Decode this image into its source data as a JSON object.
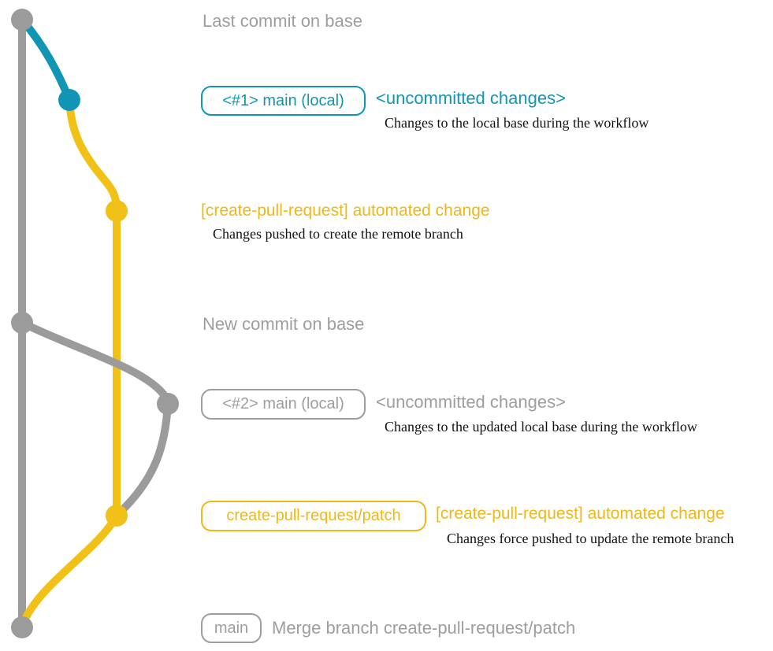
{
  "colors": {
    "gray": "#9b9b9b",
    "gray_text": "#9e9e9e",
    "blue": "#1195b5",
    "yellow_line": "#f2c118",
    "yellow_text": "#f0b717",
    "caption_text": "#111111",
    "background": "#ffffff"
  },
  "graph": {
    "nodes": [
      {
        "name": "commit-last-base",
        "color": "gray"
      },
      {
        "name": "commit-local-changes-1",
        "color": "blue"
      },
      {
        "name": "commit-automated-change-1",
        "color": "yellow"
      },
      {
        "name": "commit-new-base",
        "color": "gray"
      },
      {
        "name": "commit-local-changes-2",
        "color": "gray"
      },
      {
        "name": "commit-automated-change-2",
        "color": "yellow"
      },
      {
        "name": "commit-merge",
        "color": "gray"
      }
    ]
  },
  "annotations": {
    "row1": {
      "label": "Last commit on base"
    },
    "row2": {
      "branch_tag": "<#1> main (local)",
      "title": "<uncommitted changes>",
      "caption": "Changes to the local base during the workflow"
    },
    "row3": {
      "title": "[create-pull-request] automated change",
      "caption": "Changes pushed to create the remote branch"
    },
    "row4": {
      "label": "New commit on base"
    },
    "row5": {
      "branch_tag": "<#2> main (local)",
      "title": "<uncommitted changes>",
      "caption": "Changes to the updated local base during the workflow"
    },
    "row6": {
      "branch_tag": "create-pull-request/patch",
      "title": "[create-pull-request] automated change",
      "caption": "Changes force pushed to update the remote branch"
    },
    "row7": {
      "branch_tag": "main",
      "label": "Merge branch create-pull-request/patch"
    }
  }
}
